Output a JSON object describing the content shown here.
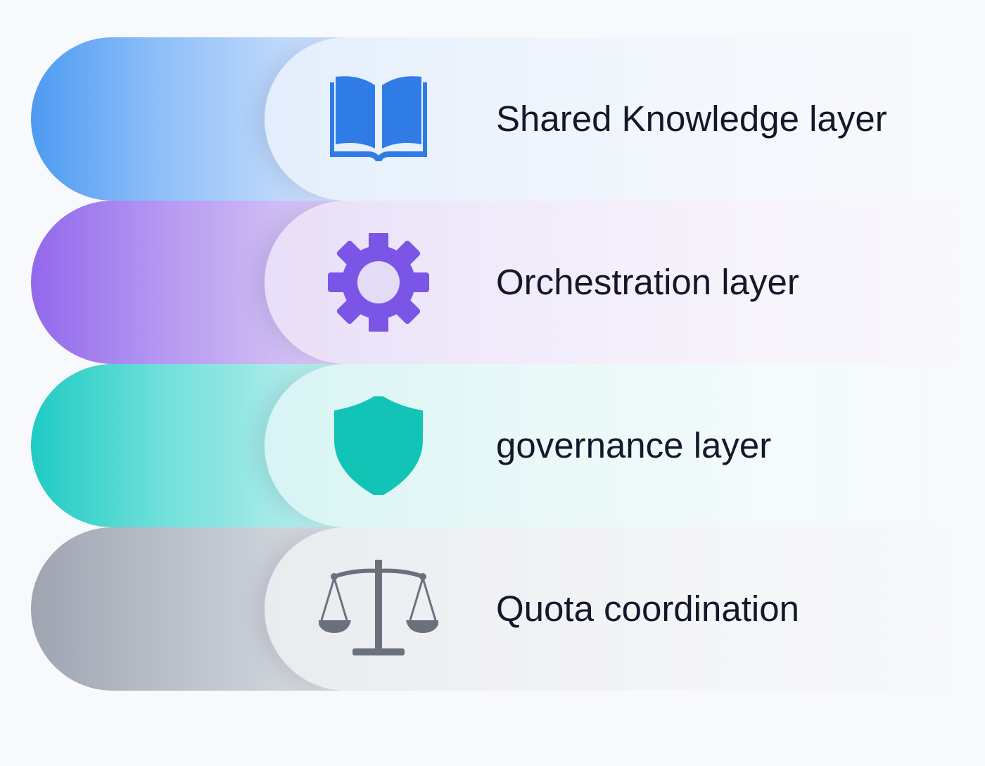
{
  "layers": [
    {
      "label": "Shared Knowledge layer",
      "icon": "book-icon",
      "color": "#2f7ce6"
    },
    {
      "label": "Orchestration layer",
      "icon": "gear-icon",
      "color": "#7b55e6"
    },
    {
      "label": "governance layer",
      "icon": "shield-icon",
      "color": "#12c4b6"
    },
    {
      "label": "Quota coordination",
      "icon": "scales-icon",
      "color": "#6b717c"
    }
  ]
}
